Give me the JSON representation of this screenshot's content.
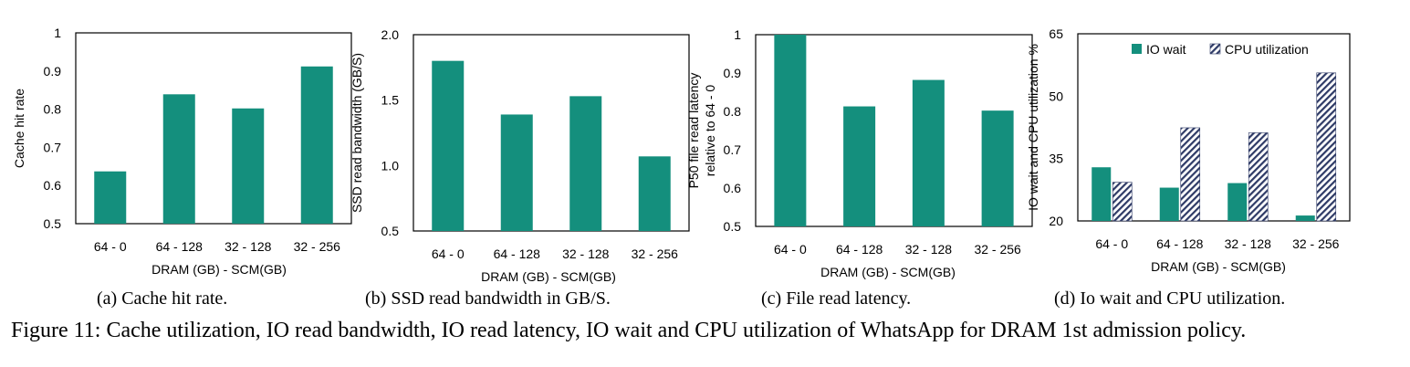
{
  "figure_caption": "Figure 11: Cache utilization, IO read bandwidth, IO read latency, IO wait and CPU utilization of WhatsApp for DRAM 1st admission policy.",
  "colors": {
    "teal": "#148F7D",
    "navy": "#2E3A66",
    "frame": "#000000"
  },
  "chart_data": [
    {
      "type": "bar",
      "caption": "(a) Cache hit rate.",
      "categories": [
        "64 - 0",
        "64 - 128",
        "32 - 128",
        "32 - 256"
      ],
      "series": [
        {
          "values": [
            0.637,
            0.839,
            0.802,
            0.912
          ],
          "style": "solid"
        }
      ],
      "ylim": [
        0.5,
        1.0
      ],
      "yticks": [
        "0.5",
        "0.6",
        "0.7",
        "0.8",
        "0.9",
        "1"
      ],
      "ylabel": "Cache hit rate",
      "xlabel": "DRAM (GB) - SCM(GB)",
      "grid": false
    },
    {
      "type": "bar",
      "caption": "(b) SSD read bandwidth in GB/S.",
      "categories": [
        "64 - 0",
        "64 - 128",
        "32 - 128",
        "32 - 256"
      ],
      "series": [
        {
          "values": [
            1.8,
            1.39,
            1.53,
            1.07
          ],
          "style": "solid"
        }
      ],
      "ylim": [
        0.5,
        2.0
      ],
      "yticks": [
        "0.5",
        "1.0",
        "1.5",
        "2.0"
      ],
      "ylabel": "SSD read bandwidth (GB/S)",
      "xlabel": "DRAM (GB) - SCM(GB)",
      "grid": false
    },
    {
      "type": "bar",
      "caption": "(c) File read latency.",
      "categories": [
        "64 - 0",
        "64 - 128",
        "32 - 128",
        "32 - 256"
      ],
      "series": [
        {
          "values": [
            1.0,
            0.813,
            0.882,
            0.802
          ],
          "style": "solid"
        }
      ],
      "ylim": [
        0.5,
        1.0
      ],
      "yticks": [
        "0.5",
        "0.6",
        "0.7",
        "0.8",
        "0.9",
        "1"
      ],
      "ylabel": [
        "P50 file read latency",
        "relative to 64 - 0"
      ],
      "xlabel": "DRAM (GB) - SCM(GB)",
      "grid": false
    },
    {
      "type": "bar",
      "caption": "(d) Io wait and CPU utilization.",
      "categories": [
        "64 - 0",
        "64 - 128",
        "32 - 128",
        "32 - 256"
      ],
      "series": [
        {
          "name": "IO wait",
          "values": [
            32.9,
            28.0,
            29.1,
            21.3
          ],
          "style": "solid"
        },
        {
          "name": "CPU utilization",
          "values": [
            29.3,
            42.4,
            41.2,
            55.6
          ],
          "style": "hatched"
        }
      ],
      "ylim": [
        20,
        65
      ],
      "yticks": [
        "20",
        "35",
        "50",
        "65"
      ],
      "ylabel": "IO wait and CPU utilization %",
      "xlabel": "DRAM (GB) - SCM(GB)",
      "legend": "top",
      "grid": false
    }
  ]
}
